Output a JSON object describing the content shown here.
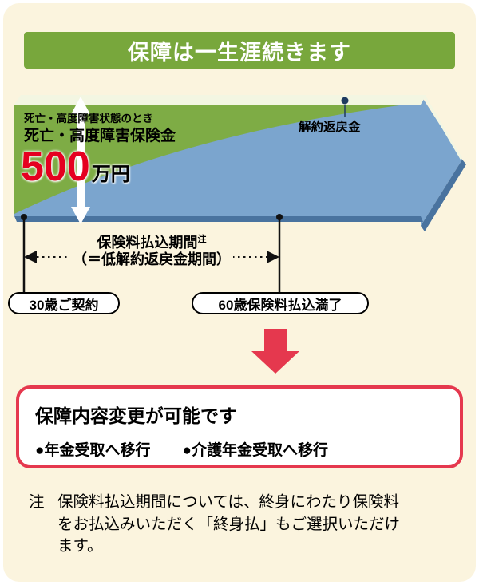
{
  "header": {
    "title": "保障は一生涯続きます"
  },
  "diagram": {
    "condition_note": "死亡・高度障害状態のとき",
    "benefit_label": "死亡・高度障害保険金",
    "amount_value": "500",
    "amount_unit": "万円",
    "surrender_label": "解約返戻金",
    "period_label": "保険料払込期間",
    "period_note_mark": "注",
    "period_sublabel": "（＝低解約返戻金期間）",
    "start_pill": "30歳ご契約",
    "end_pill": "60歳保険料払込満了"
  },
  "change_box": {
    "title": "保障内容変更が可能です",
    "options": [
      "●年金受取へ移行",
      "●介護年金受取へ移行"
    ]
  },
  "footnote": {
    "mark": "注",
    "text": "保険料払込期間については、終身にわたり保険料をお払込みいただく「終身払」もご選択いただけます。"
  },
  "colors": {
    "green": "#7EAC45",
    "blue": "#7BA5CE",
    "blue_dark": "#49739F",
    "stripe": "#F3F6E2",
    "red": "#E5384E",
    "navy": "#1E3A5F",
    "cream": "#FBF4DE",
    "black": "#111111",
    "white": "#FFFFFF"
  }
}
